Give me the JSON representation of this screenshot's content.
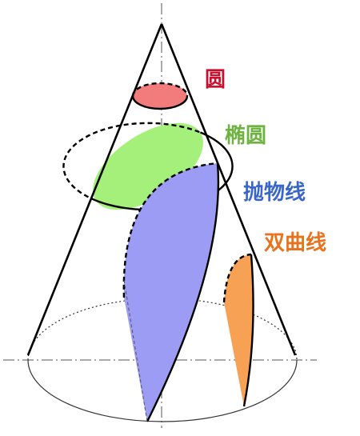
{
  "labels": {
    "circle": "圆",
    "ellipse": "椭圆",
    "parabola": "抛物线",
    "hyperbola": "双曲线"
  },
  "colors": {
    "circle": "#c8102e",
    "ellipse": "#6db33f",
    "parabola": "#3a66c9",
    "hyperbola": "#e8731c",
    "circle_fill": "#f27b7b",
    "ellipse_fill": "#a4f07a",
    "parabola_fill": "#9c9cf5",
    "hyperbola_fill": "#f7a154"
  }
}
